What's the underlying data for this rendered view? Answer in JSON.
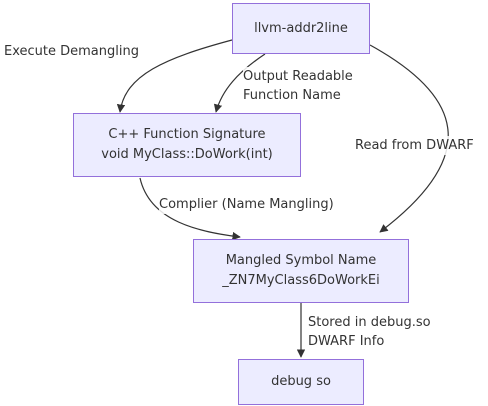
{
  "nodes": {
    "llvm": {
      "lines": [
        "llvm-addr2line"
      ]
    },
    "cpp": {
      "lines": [
        "C++ Function Signature",
        "void MyClass::DoWork(int)"
      ]
    },
    "mangled": {
      "lines": [
        "Mangled Symbol Name",
        "_ZN7MyClass6DoWorkEi"
      ]
    },
    "debug": {
      "lines": [
        "debug so"
      ]
    }
  },
  "edges": {
    "execute_demangling": {
      "lines": [
        "Execute Demangling"
      ]
    },
    "output_readable": {
      "lines": [
        "Output Readable",
        "Function Name"
      ]
    },
    "read_dwarf": {
      "lines": [
        "Read from DWARF"
      ]
    },
    "compiler": {
      "lines": [
        "Complier (Name Mangling)"
      ]
    },
    "stored": {
      "lines": [
        "Stored in debug.so",
        "DWARF Info"
      ]
    }
  },
  "colors": {
    "node_fill": "#ECECFF",
    "node_border": "#9370DB",
    "edge": "#333333",
    "text": "#333333"
  }
}
